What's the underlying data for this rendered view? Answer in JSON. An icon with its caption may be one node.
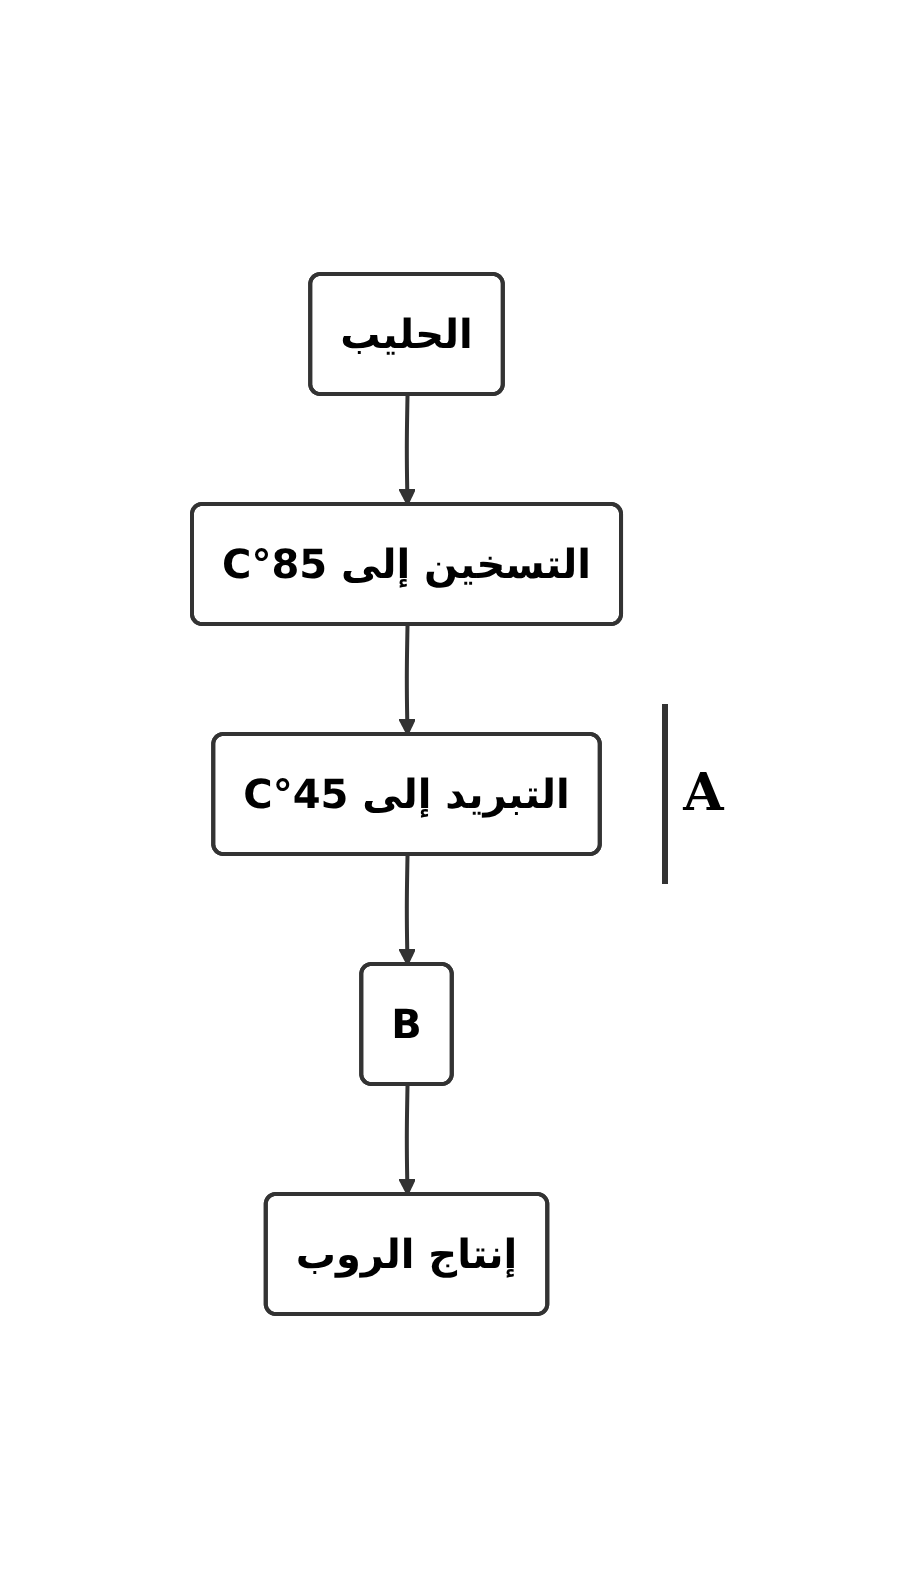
{
  "diagram": {
    "nodes": [
      {
        "text": [
          "الحليب"
        ]
      },
      {
        "text": [
          "التسخين إلى 85°C"
        ]
      },
      {
        "text": [
          "التبريد إلى 45°C"
        ]
      },
      {
        "text": [
          "B"
        ]
      },
      {
        "text": [
          "إنتاج الروب"
        ]
      }
    ],
    "edges": [
      {
        "from": 0,
        "to": 1,
        "arrow": "to"
      },
      {
        "from": 1,
        "to": 2,
        "arrow": "to"
      },
      {
        "from": 2,
        "to": 3,
        "arrow": "to"
      },
      {
        "from": 3,
        "to": 4,
        "arrow": "to"
      }
    ],
    "labels": [
      "A"
    ]
  }
}
